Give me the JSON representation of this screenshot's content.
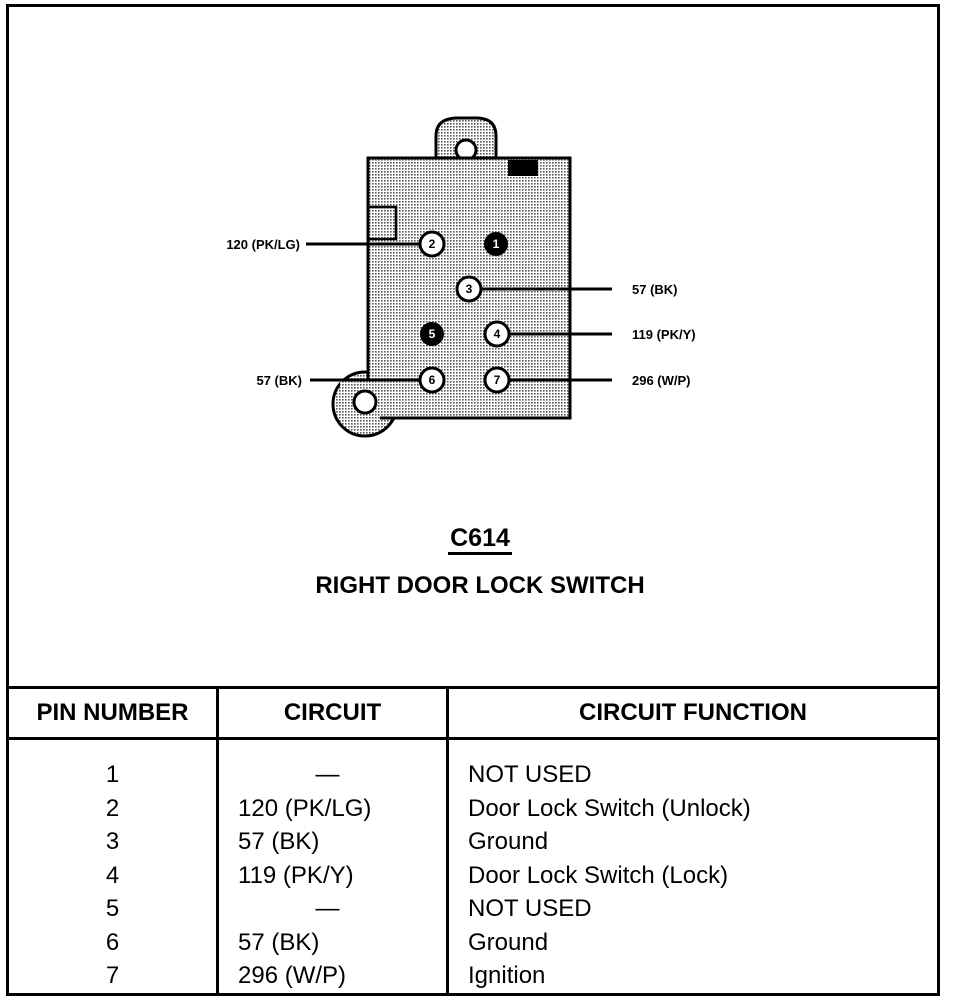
{
  "connector": {
    "id": "C614",
    "name": "RIGHT DOOR LOCK SWITCH",
    "cavity_labels": {
      "pin1": "1",
      "pin2": "2",
      "pin3": "3",
      "pin4": "4",
      "pin5": "5",
      "pin6": "6",
      "pin7": "7"
    },
    "wire_labels": {
      "pin2": "120 (PK/LG)",
      "pin3": "57 (BK)",
      "pin4": "119 (PK/Y)",
      "pin6": "57 (BK)",
      "pin7": "296 (W/P)"
    }
  },
  "table": {
    "headers": [
      "PIN NUMBER",
      "CIRCUIT",
      "CIRCUIT FUNCTION"
    ],
    "rows": [
      {
        "pin": "1",
        "circuit": "—",
        "function": "NOT USED"
      },
      {
        "pin": "2",
        "circuit": "120 (PK/LG)",
        "function": "Door Lock Switch (Unlock)"
      },
      {
        "pin": "3",
        "circuit": "57 (BK)",
        "function": "Ground"
      },
      {
        "pin": "4",
        "circuit": "119 (PK/Y)",
        "function": "Door Lock Switch (Lock)"
      },
      {
        "pin": "5",
        "circuit": "—",
        "function": "NOT USED"
      },
      {
        "pin": "6",
        "circuit": "57 (BK)",
        "function": "Ground"
      },
      {
        "pin": "7",
        "circuit": "296 (W/P)",
        "function": "Ignition"
      }
    ]
  }
}
